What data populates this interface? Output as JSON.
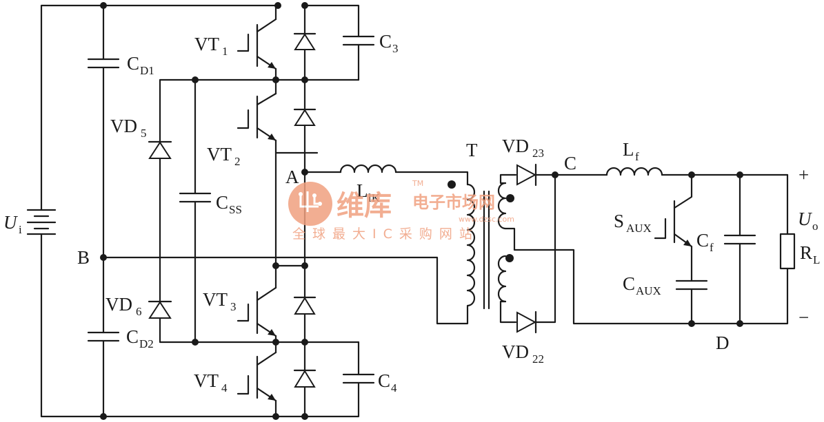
{
  "labels": {
    "vt1": "VT",
    "vt1_sub": "1",
    "vt2": "VT",
    "vt2_sub": "2",
    "vt3": "VT",
    "vt3_sub": "3",
    "vt4": "VT",
    "vt4_sub": "4",
    "cd1": "C",
    "cd1_sub": "D1",
    "cd2": "C",
    "cd2_sub": "D2",
    "c3": "C",
    "c3_sub": "3",
    "c4": "C",
    "c4_sub": "4",
    "vd5": "VD",
    "vd5_sub": "5",
    "vd6": "VD",
    "vd6_sub": "6",
    "css": "C",
    "css_sub": "SS",
    "ui": "U",
    "ui_sub": "i",
    "node_a": "A",
    "node_b": "B",
    "node_c": "C",
    "node_d": "D",
    "llk": "L",
    "llk_sub": "lK",
    "t": "T",
    "vd23": "VD",
    "vd23_sub": "23",
    "vd22": "VD",
    "vd22_sub": "22",
    "lf": "L",
    "lf_sub": "f",
    "saux": "S",
    "saux_sub": "AUX",
    "caux": "C",
    "caux_sub": "AUX",
    "cf": "C",
    "cf_sub": "f",
    "uo": "U",
    "uo_sub": "o",
    "rl": "R",
    "rl_sub": "L",
    "plus": "+",
    "minus": "−"
  },
  "watermark": {
    "brand": "维库",
    "site": "电子市场网",
    "tm": "TM",
    "tagline": "全球最大IC采购网站",
    "url": "www.dzsc.com"
  },
  "colors": {
    "line": "#1a1a1a",
    "watermark": "#f0a080"
  }
}
